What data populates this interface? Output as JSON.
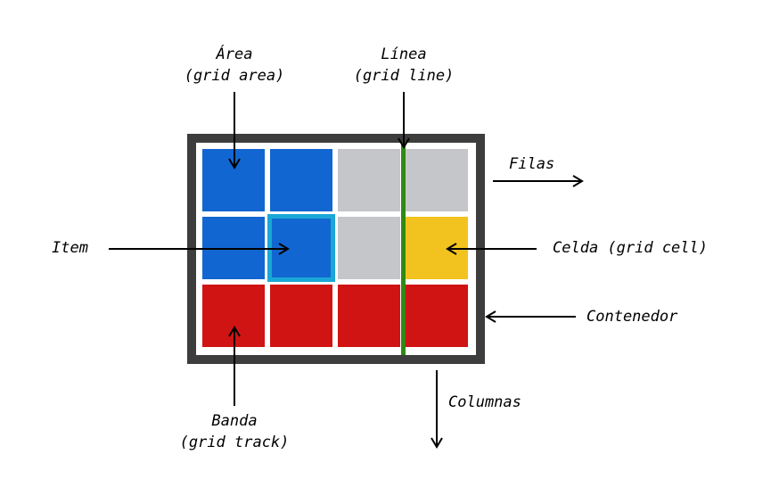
{
  "labels": {
    "area_line1": "Área",
    "area_line2": "(grid area)",
    "linea_line1": "Línea",
    "linea_line2": "(grid line)",
    "filas": "Filas",
    "item": "Item",
    "celda": "Celda (grid cell)",
    "contenedor": "Contenedor",
    "columnas": "Columnas",
    "banda_line1": "Banda",
    "banda_line2": "(grid track)"
  },
  "grid": {
    "rows": 3,
    "columns": 4,
    "cell_colors": [
      [
        "#1266d1",
        "#1266d1",
        "#c5c6c9",
        "#c5c6c9"
      ],
      [
        "#1266d1",
        "#1266d1",
        "#c5c6c9",
        "#f2c31f"
      ],
      [
        "#d01414",
        "#d01414",
        "#d01414",
        "#d01414"
      ]
    ],
    "highlighted_item": {
      "row": 1,
      "col": 1,
      "border_color": "#1aa7d6"
    },
    "grid_line": {
      "after_column": 3,
      "color": "#2f8a12"
    },
    "container_border_color": "#3d3d3d"
  }
}
